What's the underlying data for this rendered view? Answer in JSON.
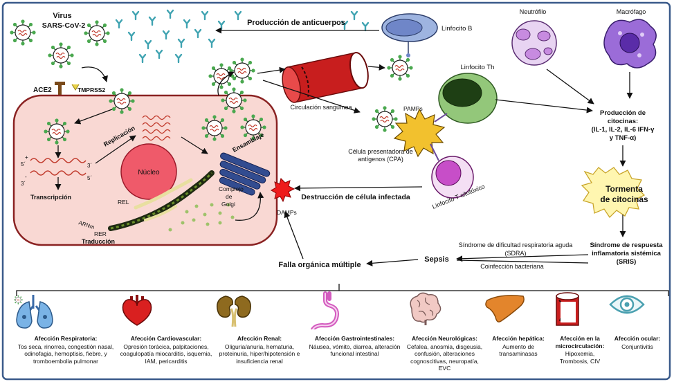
{
  "labels": {
    "virus": "Virus",
    "virus_name": "SARS-CoV-2",
    "ace2": "ACE2",
    "tmprss2": "TMPRSS2",
    "anticuerpos": "Producción de anticuerpos",
    "linfocito_b": "Linfocito B",
    "neutrofilo": "Neutrófilo",
    "macrofago": "Macrófago",
    "linfocito_th": "Linfocito Th",
    "pamps": "PAMPs",
    "circulacion": "Circulación sanguínea",
    "cpa_1": "Célula presentadora de",
    "cpa_2": "antígenos (CPA)",
    "linfocito_t": "Linfocito T citotóxico",
    "citocinas_1": "Producción de",
    "citocinas_2": "citocinas:",
    "citocinas_3": "(IL-1, IL-2, IL-6 IFN-γ",
    "citocinas_4": "y TNF-α)",
    "tormenta_1": "Tormenta",
    "tormenta_2": "de citocinas",
    "destruccion": "Destrucción de célula infectada",
    "damps": "DAMPs",
    "replicacion": "Replicación",
    "nucleo": "Núcleo",
    "ensamblaje": "Ensamblaje",
    "complejo_1": "Complejo",
    "complejo_2": "de",
    "complejo_3": "Golgi",
    "transcripcion": "Transcripción",
    "arnm": "ARNm",
    "rel": "REL",
    "rer": "RER",
    "traduccion": "Traducción",
    "p5a": "5´",
    "p3a": "3´",
    "p3b": "3´",
    "p5b": "5´",
    "plus": "+",
    "minus": "-",
    "sdra_1": "Síndrome de dificultad respiratoria aguda",
    "sdra_2": "(SDRA)",
    "coinfeccion": "Coinfección bacteriana",
    "sepsis": "Sepsis",
    "sris_1": "Síndrome de respuesta",
    "sris_2": "inflamatoria sistémica",
    "sris_3": "(SRIS)",
    "falla": "Falla orgánica múltiple"
  },
  "organs": [
    {
      "title": "Afección Respiratoria:",
      "desc": "Tos seca, rinorrea, congestión nasal, odinofagia, hemoptisis, fiebre,  y tromboembolia pulmonar"
    },
    {
      "title": "Afección Cardiovascular:",
      "desc": "Opresión torácica, palpitaciones, coagulopatía miocarditis, isquemia, IAM, pericarditis"
    },
    {
      "title": "Afección Renal:",
      "desc": "Oliguria/anuria, hematuria, proteinuria, hiper/hipotensión e insuficiencia renal"
    },
    {
      "title": "Afección Gastrointestinales:",
      "desc": "Náusea, vómito, diarrea, alteración funcional intestinal"
    },
    {
      "title": "Afección Neurológicas:",
      "desc": "Cefalea, anosmia, disgeusia, confusión, alteraciones cognoscitivas, neuropatía, EVC"
    },
    {
      "title": "Afección hepática:",
      "desc": "Aumento de transaminasas"
    },
    {
      "title": "Afección en la microcirculación:",
      "desc": "Hipoxemia, Trombosis, CIV"
    },
    {
      "title": "Afección ocular:",
      "desc": "Conjuntivitis"
    }
  ],
  "colors": {
    "frame": "#3a5a8a",
    "cell": "#f9d8d3",
    "cell_border": "#8a2222",
    "nucleus": "#ef5a6a",
    "antibody": "#3fa3b1",
    "vessel": "#c81e1e",
    "lymph_b": "#9eb4e0",
    "lymph_th": "#93c77a",
    "tcyto": "#c74ec8",
    "cpa": "#f2c12e",
    "storm": "#fff6b0",
    "lung": "#7ab3e6",
    "heart": "#d92020",
    "kidney": "#8e6a1f",
    "stomach": "#d35bbf",
    "liver": "#e3852c"
  },
  "icons": [
    "virus-icon",
    "antibody-icon",
    "ace2-receptor-icon",
    "lung-icon",
    "heart-icon",
    "kidney-icon",
    "stomach-icon",
    "brain-icon",
    "liver-icon",
    "vessel-icon",
    "eye-icon"
  ]
}
